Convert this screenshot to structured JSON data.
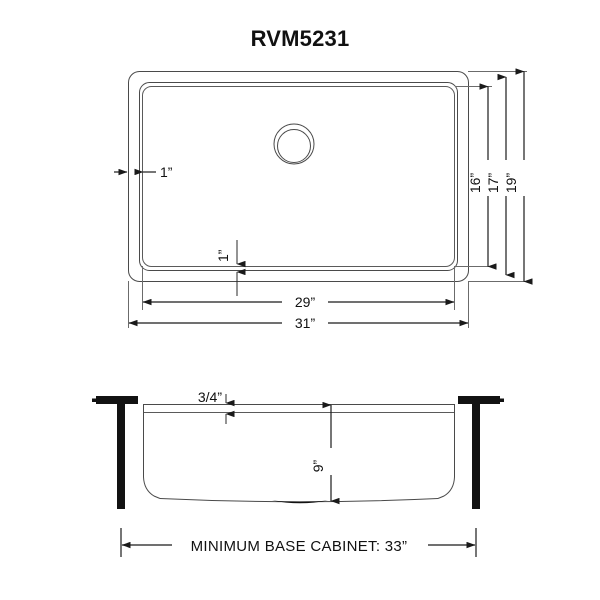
{
  "page": {
    "title": "RVM5231",
    "background_color": "#ffffff",
    "line_color": "#4a4a4a",
    "dimension_color": "#111111",
    "solid_fill_color": "#121212"
  },
  "top_view": {
    "name": "sink-top-view",
    "dimensions": {
      "rim_left_offset": "1”",
      "rim_bottom_offset": "1”",
      "basin_width": "29”",
      "overall_width": "31”",
      "basin_depth": "16”",
      "inner_depth": "17”",
      "overall_depth": "19”"
    },
    "drain": {
      "name": "drain-opening",
      "label": ""
    }
  },
  "section_view": {
    "name": "sink-cross-section-view",
    "dimensions": {
      "rim_thickness": "3/4”",
      "bowl_depth": "9”"
    },
    "caption": "MINIMUM BASE CABINET: 33”"
  }
}
